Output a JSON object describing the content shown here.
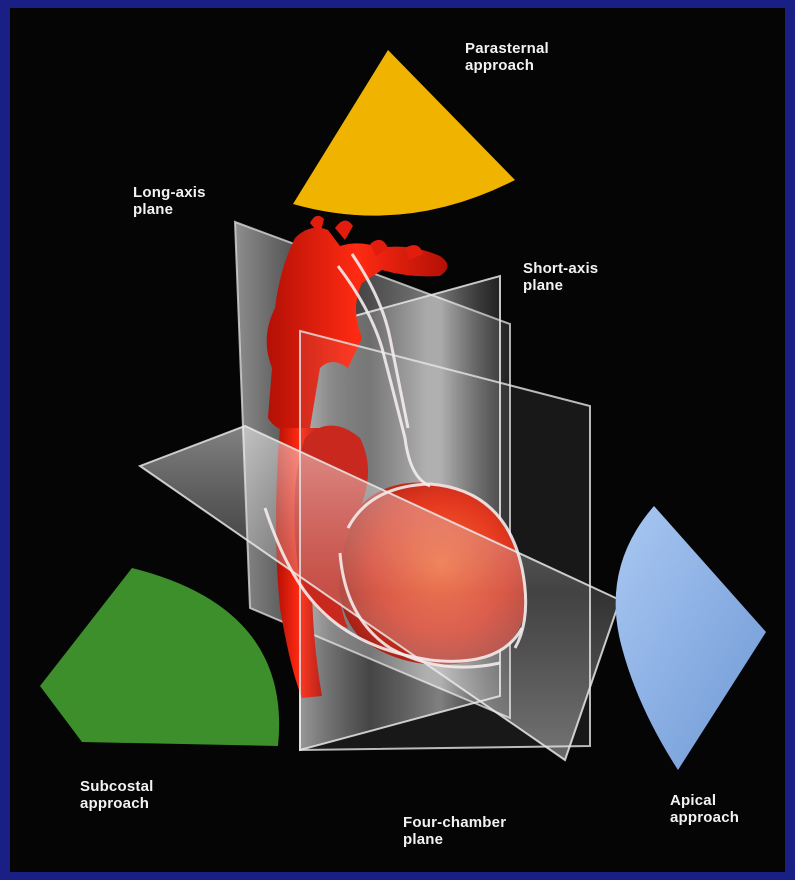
{
  "labels": {
    "parasternal": "Parasternal\napproach",
    "long_axis": "Long-axis\nplane",
    "short_axis": "Short-axis\nplane",
    "subcostal": "Subcostal\napproach",
    "four_chamber": "Four-chamber\nplane",
    "apical": "Apical\napproach"
  },
  "colors": {
    "frame_border": "#1a1f86",
    "background": "#050505",
    "parasternal_fan": "#f0b400",
    "subcostal_fan": "#3d8f2c",
    "apical_fan": "#8fb4e6",
    "heart": "#d81a0c"
  }
}
